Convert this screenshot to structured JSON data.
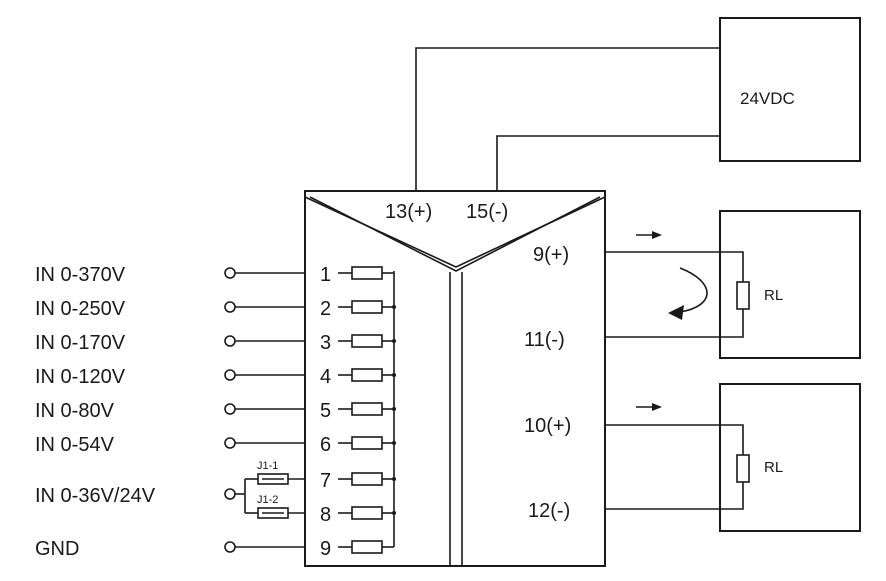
{
  "power": {
    "label": "24VDC"
  },
  "top_terminals": {
    "plus": "13(+)",
    "minus": "15(-)"
  },
  "inputs": [
    {
      "label": "IN 0-370V",
      "pin": "1"
    },
    {
      "label": "IN 0-250V",
      "pin": "2"
    },
    {
      "label": "IN 0-170V",
      "pin": "3"
    },
    {
      "label": "IN 0-120V",
      "pin": "4"
    },
    {
      "label": "IN 0-80V",
      "pin": "5"
    },
    {
      "label": "IN 0-54V",
      "pin": "6"
    },
    {
      "label": "IN 0-36V/24V",
      "pin": "7"
    },
    {
      "label": "",
      "pin": "8"
    },
    {
      "label": "GND",
      "pin": "9"
    }
  ],
  "jumpers": {
    "j1": "J1-1",
    "j2": "J1-2"
  },
  "outputs": [
    {
      "plus": "9(+)",
      "minus": "11(-)",
      "load": "RL"
    },
    {
      "plus": "10(+)",
      "minus": "12(-)",
      "load": "RL"
    }
  ]
}
